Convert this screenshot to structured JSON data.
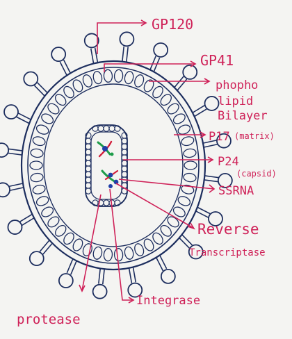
{
  "colors": {
    "ink": "#1c2d5e",
    "label": "#cf2158",
    "paper": "#f4f4f2",
    "rna_green": "#1e9c4a",
    "rna_red": "#d21f3c",
    "protein_blue": "#1f3fa8"
  },
  "labels": {
    "gp120": "GP120",
    "gp41": "GP41",
    "bilayer_1": "phopho",
    "bilayer_2": "lipid",
    "bilayer_3": "Bilayer",
    "p17": "P17",
    "p17_note": "(matrix)",
    "p24": "P24",
    "p24_note": "(capsid)",
    "ssrna": "SSRNA",
    "rt_1": "Reverse",
    "rt_2": "Transcriptase",
    "integrase": "Integrase",
    "protease": "protease"
  }
}
